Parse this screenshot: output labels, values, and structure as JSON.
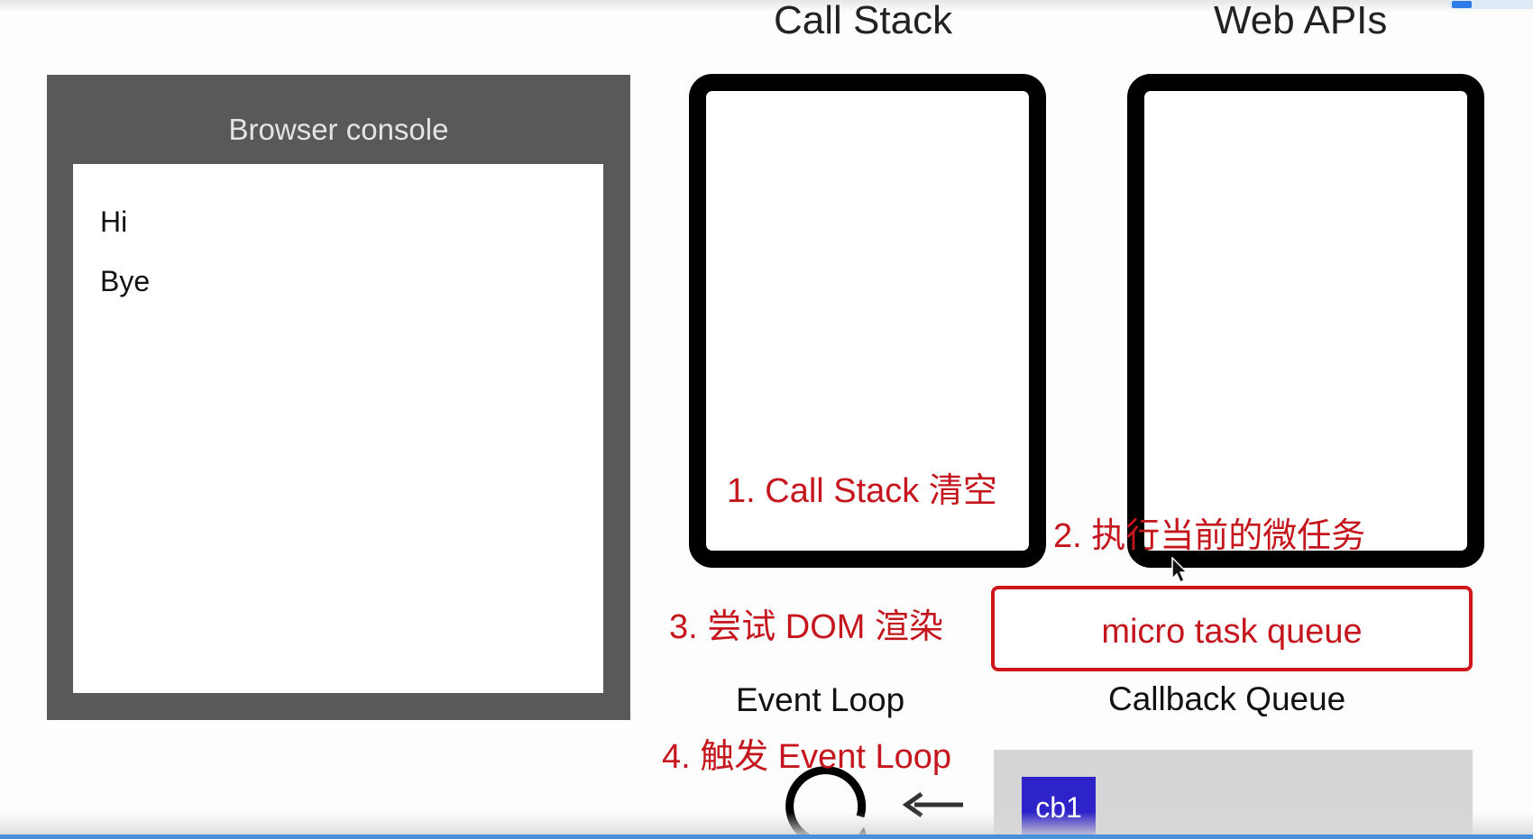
{
  "console": {
    "title": "Browser console",
    "lines": [
      "Hi",
      "Bye"
    ]
  },
  "headings": {
    "call_stack": "Call Stack",
    "web_apis": "Web APIs"
  },
  "annotations": {
    "step1": "1. Call Stack 清空",
    "step2": "2. 执行当前的微任务",
    "step3": "3. 尝试 DOM 渲染",
    "step4": "4. 触发 Event Loop"
  },
  "micro_task_queue": {
    "label": "micro task queue"
  },
  "labels": {
    "event_loop": "Event Loop",
    "callback_queue": "Callback Queue"
  },
  "callback_queue": {
    "items": [
      "cb1"
    ]
  },
  "icons": {
    "loop": "loop-arrow-icon",
    "arrow": "left-arrow-icon",
    "cursor": "mouse-cursor-icon"
  },
  "colors": {
    "annotation_red": "#c4161c",
    "callback_item_blue": "#2e23c9",
    "console_frame": "#595959",
    "progress_blue": "#4a90d9"
  },
  "video_progress": 1.0
}
